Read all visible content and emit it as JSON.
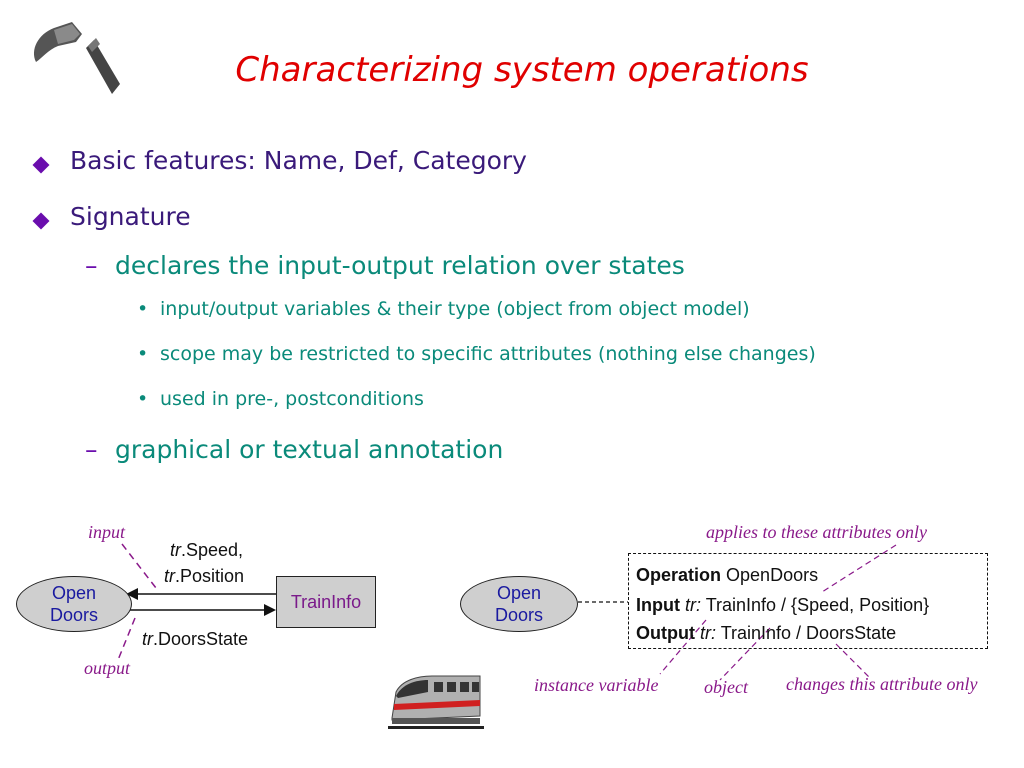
{
  "slide": {
    "title": "Characterizing system operations"
  },
  "bullets": {
    "b1": "Basic features:  Name, Def, Category",
    "b2": "Signature",
    "sub1": "declares the input-output relation over states",
    "sub1_items": [
      "input/output variables & their type (object from object model)",
      "scope may be restricted to specific attributes (nothing else changes)",
      "used in pre-, postconditions"
    ],
    "sub2": "graphical or textual annotation",
    "dash": "–",
    "dot": "•"
  },
  "diagram_left": {
    "ellipse_line1": "Open",
    "ellipse_line2": "Doors",
    "box_label": "TrainInfo",
    "input_ann": "input",
    "output_ann": "output",
    "top_prefix1": "tr",
    "top_suffix1": ".Speed,",
    "top_prefix2": "tr",
    "top_suffix2": ".Position",
    "bottom_prefix": "tr",
    "bottom_suffix": ".DoorsState"
  },
  "diagram_right": {
    "ellipse_line1": "Open",
    "ellipse_line2": "Doors",
    "op_label": "Operation",
    "op_name": "OpenDoors",
    "input_label": "Input",
    "input_var": "tr:",
    "input_type": "TrainInfo / {Speed, Position}",
    "output_label": "Output",
    "output_var": "tr:",
    "output_type": "TrainInfo / DoorsState",
    "ann_applies": "applies to these attributes only",
    "ann_instance": "instance variable",
    "ann_object": "object",
    "ann_changes": "changes this attribute only"
  },
  "colors": {
    "title": "#e00000",
    "bullet_text": "#3a1a7a",
    "sub_text": "#0a8a7a",
    "annotation": "#8a1a8a",
    "ellipse_text": "#1a1aa0"
  },
  "icons": [
    "hammer-icon",
    "train-icon"
  ]
}
